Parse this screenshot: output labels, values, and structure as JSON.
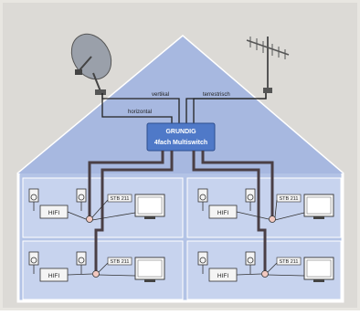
{
  "labels": {
    "vertical": "vertikal",
    "horizontal": "horizontal",
    "terrestrial": "terrestrisch",
    "brand": "GRUNDIG",
    "device": "4fach Multiswitch",
    "hifi": "HIFI",
    "stb": "STB 211"
  },
  "colors": {
    "background": "#e6e3dd",
    "house": "#b3c3e6",
    "house_dark": "#8ea3d1",
    "floor": "#c7d3ee",
    "multiswitch": "#4f79c8",
    "cable": "#4a3f45",
    "line": "#222222"
  }
}
